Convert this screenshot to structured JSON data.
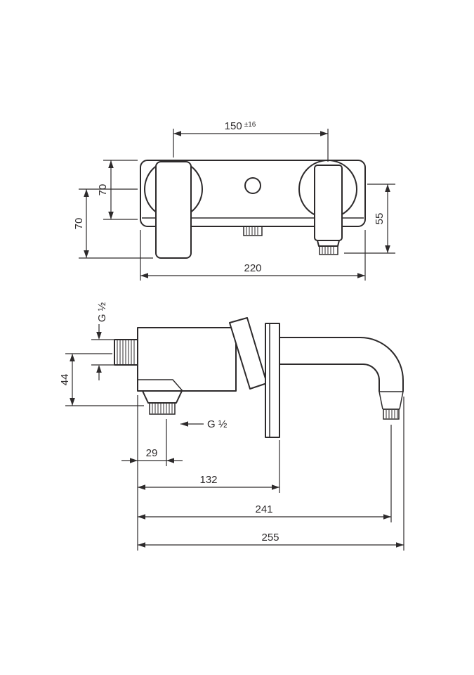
{
  "drawing": {
    "background": "#ffffff",
    "ink": "#2d2a2b",
    "front": {
      "hole_spacing_value": "150",
      "hole_spacing_tolerance": "±16",
      "plate_height_mm": "70",
      "handle_drop_mm": "70",
      "spout_drop_mm": "55",
      "width_mm": "220"
    },
    "side": {
      "inlet_thread": "G ½",
      "outlet_thread": "G ½",
      "height_mm": "44",
      "outlet_offset_mm": "29",
      "depth_mm": "132",
      "reach_center_mm": "241",
      "reach_total_mm": "255"
    }
  }
}
